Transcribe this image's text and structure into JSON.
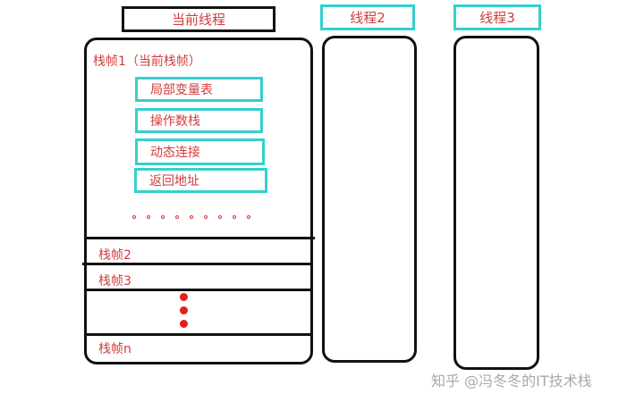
{
  "threads": {
    "current_title": "当前线程",
    "thread2_title": "线程2",
    "thread3_title": "线程3"
  },
  "current_frame": {
    "label": "栈帧1（当前栈帧）",
    "parts": [
      "局部变量表",
      "操作数栈",
      "动态连接",
      "返回地址"
    ]
  },
  "frames": {
    "frame2": "栈帧2",
    "frame3": "栈帧3",
    "frame_n": "栈帧n"
  },
  "watermark": "知乎 @冯冬冬的IT技术栈",
  "colors": {
    "text_red": "#d23c3c",
    "box_cyan": "#33d0cf",
    "outline": "#111111",
    "dot_red": "#e02020"
  }
}
